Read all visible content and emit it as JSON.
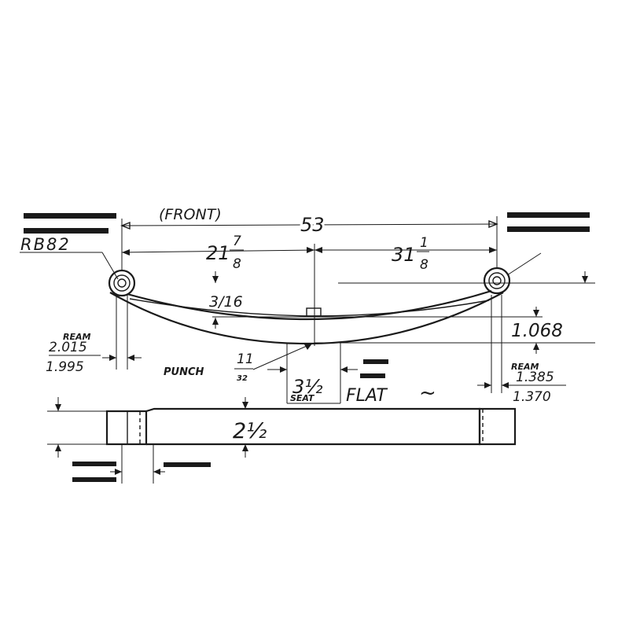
{
  "labels": {
    "front": "(FRONT)",
    "overall_length": "53",
    "front_length_whole": "21",
    "front_length_num": "7",
    "front_length_den": "8",
    "rear_length_whole": "31",
    "rear_length_num": "1",
    "rear_length_den": "8",
    "part_number": "RB82",
    "leaf_thickness": "3/16",
    "arch_height": "1.068",
    "front_ream_label": "REAM",
    "front_ream_max": "2.015",
    "front_ream_min": "1.995",
    "punch_label": "PUNCH",
    "punch_num": "11",
    "punch_den": "32",
    "seat_width": "3½",
    "seat_label": "SEAT",
    "flat_label": "FLAT",
    "flat_symbol": "~",
    "rear_ream_label": "REAM",
    "rear_ream_max": "1.385",
    "rear_ream_min": "1.370",
    "leaf_width": "2½"
  }
}
